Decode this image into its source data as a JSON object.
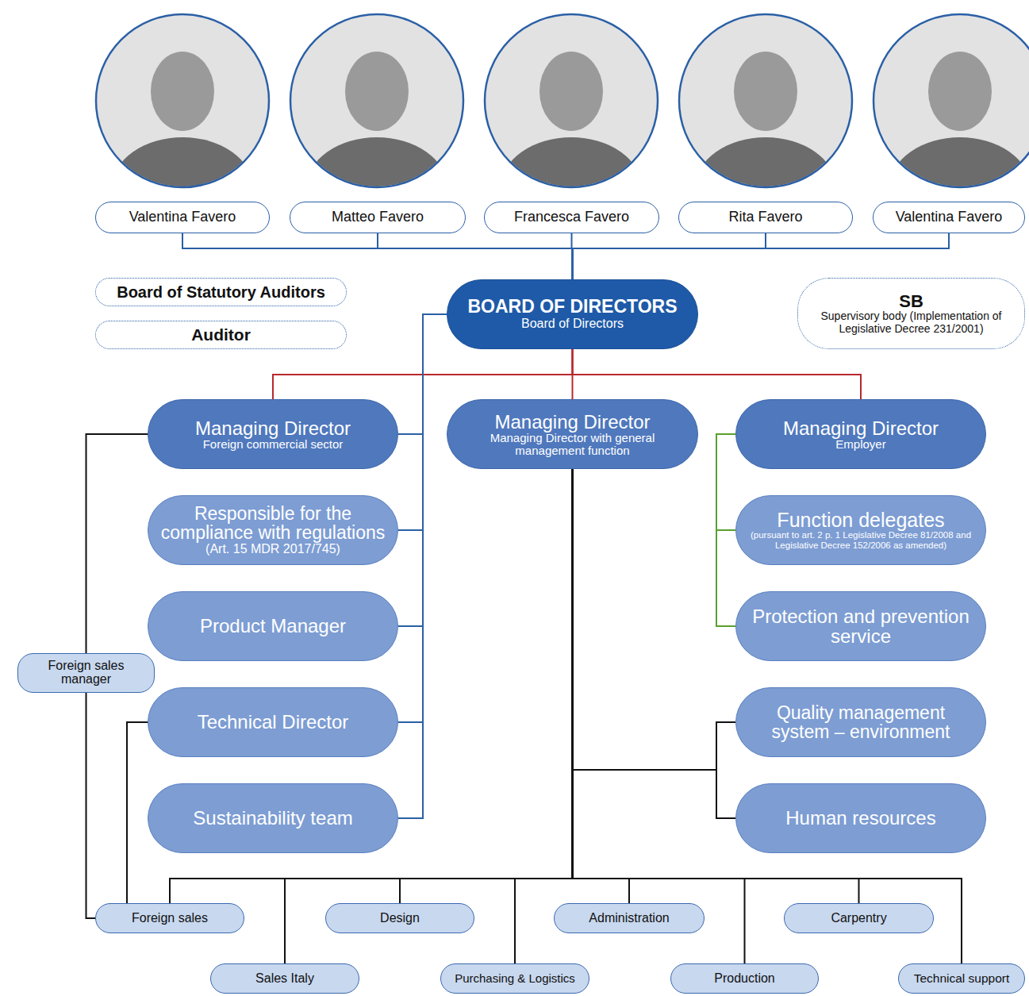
{
  "diagram": {
    "nodes": [
      {
        "text": [
          "Valentina Favero"
        ]
      },
      {
        "text": [
          "Matteo Favero"
        ]
      },
      {
        "text": [
          "Francesca Favero"
        ]
      },
      {
        "text": [
          "Rita Favero"
        ]
      },
      {
        "text": [
          "Valentina Favero"
        ]
      },
      {
        "text": [
          "Board of Statutory Auditors"
        ]
      },
      {
        "text": [
          "Auditor"
        ]
      },
      {
        "text": [
          "BOARD OF DIRECTORS",
          "Board of Directors"
        ]
      },
      {
        "text": [
          "SB",
          "Supervisory body (Implementation of Legislative Decree 231/2001)"
        ]
      },
      {
        "text": [
          "Managing Director",
          "Foreign commercial sector"
        ]
      },
      {
        "text": [
          "Managing Director",
          "Managing Director with general management function"
        ]
      },
      {
        "text": [
          "Managing Director",
          "Employer"
        ]
      },
      {
        "text": [
          "Responsible for the compliance with regulations",
          "(Art. 15 MDR 2017/745)"
        ]
      },
      {
        "text": [
          "Function delegates",
          "(pursuant to art. 2 p. 1 Legislative Decree 81/2008 and Legislative Decree 152/2006 as amended)"
        ]
      },
      {
        "text": [
          "Product Manager"
        ]
      },
      {
        "text": [
          "Protection and prevention service"
        ]
      },
      {
        "text": [
          "Foreign sales manager"
        ]
      },
      {
        "text": [
          "Technical Director"
        ]
      },
      {
        "text": [
          "Quality management system – environment"
        ]
      },
      {
        "text": [
          "Sustainability team"
        ]
      },
      {
        "text": [
          "Human resources"
        ]
      },
      {
        "text": [
          "Foreign sales"
        ]
      },
      {
        "text": [
          "Design"
        ]
      },
      {
        "text": [
          "Administration"
        ]
      },
      {
        "text": [
          "Carpentry"
        ]
      },
      {
        "text": [
          "Sales Italy"
        ]
      },
      {
        "text": [
          "Purchasing & Logistics"
        ]
      },
      {
        "text": [
          "Production"
        ]
      },
      {
        "text": [
          "Technical support"
        ]
      }
    ],
    "edges": [
      {
        "from": 0,
        "to": 7,
        "arrow": "none"
      },
      {
        "from": 1,
        "to": 7,
        "arrow": "none"
      },
      {
        "from": 2,
        "to": 7,
        "arrow": "none"
      },
      {
        "from": 3,
        "to": 7,
        "arrow": "none"
      },
      {
        "from": 4,
        "to": 7,
        "arrow": "none"
      },
      {
        "from": 7,
        "to": 9,
        "arrow": "none"
      },
      {
        "from": 7,
        "to": 10,
        "arrow": "none"
      },
      {
        "from": 7,
        "to": 11,
        "arrow": "none"
      },
      {
        "from": 7,
        "to": 9,
        "arrow": "none"
      },
      {
        "from": 7,
        "to": 12,
        "arrow": "none"
      },
      {
        "from": 7,
        "to": 14,
        "arrow": "none"
      },
      {
        "from": 7,
        "to": 17,
        "arrow": "none"
      },
      {
        "from": 7,
        "to": 19,
        "arrow": "none"
      },
      {
        "from": 11,
        "to": 13,
        "arrow": "none"
      },
      {
        "from": 11,
        "to": 15,
        "arrow": "none"
      },
      {
        "from": 10,
        "to": 18,
        "arrow": "none"
      },
      {
        "from": 10,
        "to": 20,
        "arrow": "none"
      },
      {
        "from": 10,
        "to": 21,
        "arrow": "none"
      },
      {
        "from": 10,
        "to": 22,
        "arrow": "none"
      },
      {
        "from": 10,
        "to": 23,
        "arrow": "none"
      },
      {
        "from": 10,
        "to": 24,
        "arrow": "none"
      },
      {
        "from": 10,
        "to": 25,
        "arrow": "none"
      },
      {
        "from": 10,
        "to": 26,
        "arrow": "none"
      },
      {
        "from": 10,
        "to": 27,
        "arrow": "none"
      },
      {
        "from": 10,
        "to": 28,
        "arrow": "none"
      },
      {
        "from": 9,
        "to": 16,
        "arrow": "none"
      },
      {
        "from": 16,
        "to": 21,
        "arrow": "none"
      },
      {
        "from": 17,
        "to": 21,
        "arrow": "none"
      }
    ]
  }
}
